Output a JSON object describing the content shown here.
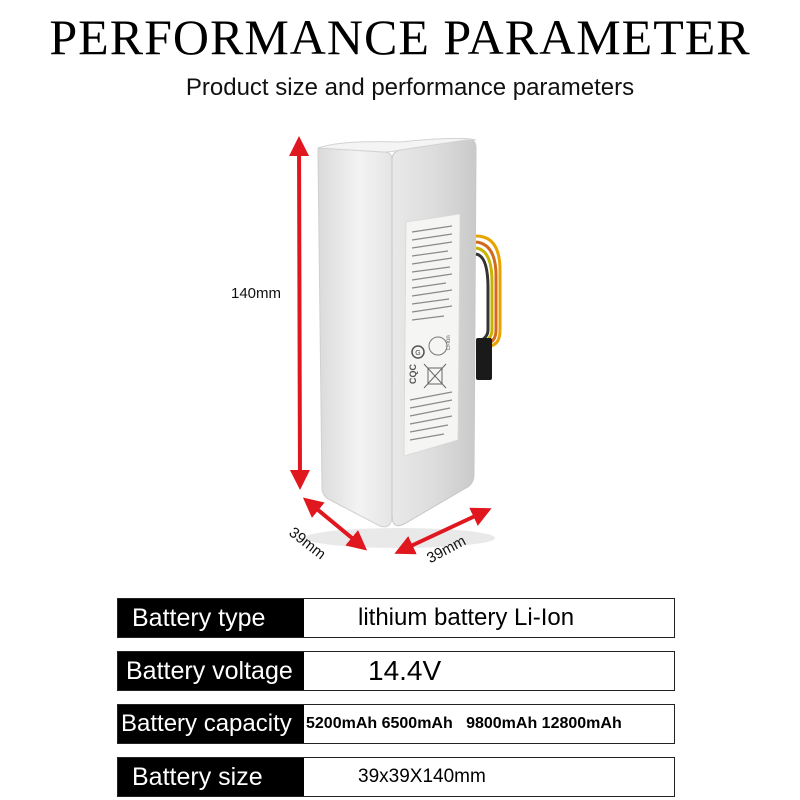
{
  "header": {
    "title": "PERFORMANCE PARAMETER",
    "subtitle": "Product size and performance parameters"
  },
  "dimensions": {
    "height": "140mm",
    "depth": "39mm",
    "width": "39mm"
  },
  "battery_label": {
    "brand_marks": [
      "CQC",
      "Li-ion"
    ]
  },
  "params": [
    {
      "label": "Battery type",
      "value": "lithium battery Li-Ion"
    },
    {
      "label": "Battery voltage",
      "value": "14.4V"
    },
    {
      "label": "Battery capacity",
      "value": "5200mAh 6500mAh   9800mAh 12800mAh"
    },
    {
      "label": "Battery size",
      "value": "39x39X140mm"
    }
  ],
  "colors": {
    "arrow": "#e0171e",
    "battery_body": "#ebeceb",
    "row_label_bg": "#000000"
  }
}
